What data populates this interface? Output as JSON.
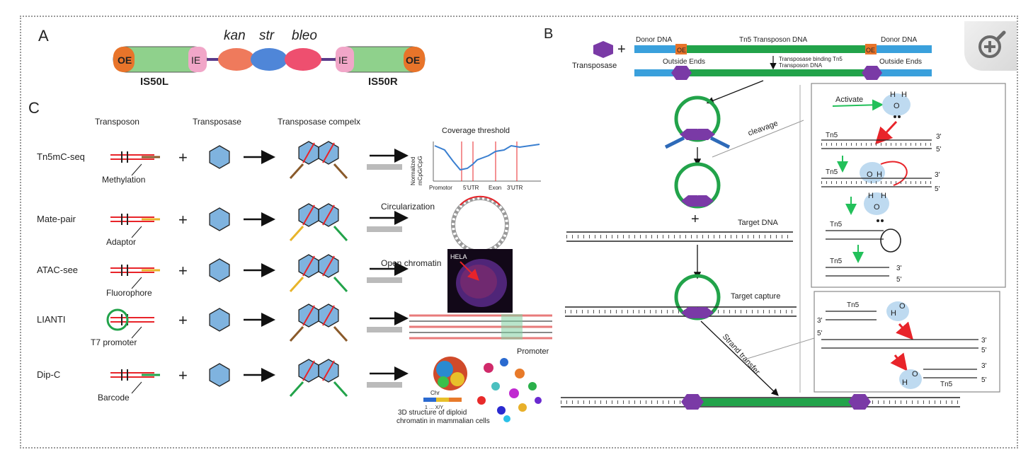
{
  "panel_labels": {
    "a": "A",
    "b": "B",
    "c": "C"
  },
  "panel_a": {
    "genes": [
      "kan",
      "str",
      "bleo"
    ],
    "oe": "OE",
    "ie": "IE",
    "left_element": "IS50L",
    "right_element": "IS50R"
  },
  "panel_b": {
    "transposase_label": "Transposase",
    "donor_dna_left": "Donor DNA",
    "donor_dna_right": "Donor DNA",
    "transposon_dna": "Tn5 Transposon DNA",
    "oe": "OE",
    "outside_ends_left": "Outside Ends",
    "outside_ends_right": "Outside Ends",
    "binding_note_1": "Transposase binding Tn5",
    "binding_note_2": "Transposon DNA",
    "cleavage": "cleavage",
    "target_dna": "Target DNA",
    "target_capture": "Target capture",
    "strand_transfer": "Strand transfer",
    "activate": "Activate",
    "tn5": "Tn5",
    "end3": "3'",
    "end5": "5'",
    "h": "H",
    "o": "O"
  },
  "panel_c": {
    "headers": [
      "Transposon",
      "Transposase",
      "Transposase compelx"
    ],
    "rows": [
      {
        "name": "Tn5mC-seq",
        "annotation": "Methylation"
      },
      {
        "name": "Mate-pair",
        "annotation": "Adaptor"
      },
      {
        "name": "ATAC-see",
        "annotation": "Fluorophore"
      },
      {
        "name": "LIANTI",
        "annotation": "T7 promoter"
      },
      {
        "name": "Dip-C",
        "annotation": "Barcode"
      }
    ],
    "plus": "+",
    "coverage_title": "Coverage threshold",
    "coverage_ylabel_1": "Normalized",
    "coverage_ylabel_2": "mCpG/CpG",
    "coverage_ticks": [
      "Promotor",
      "5'UTR",
      "Exon",
      "3'UTR"
    ],
    "circularization": "Circularization",
    "open_chromatin": "Open chromatin",
    "hela": "HELA",
    "promoter": "Promoter",
    "chr": "Chr",
    "chr_range": "1 … X/Y",
    "structure_1": "3D structure of diploid",
    "structure_2": "chromatin in mammalian cells"
  },
  "colors": {
    "oe": "#e8742a",
    "ie": "#f1a6c8",
    "is50": "#8fd18c",
    "kan": "#ef7a5c",
    "str": "#4f86d8",
    "bleo": "#ee4f6f",
    "donor_dna": "#3aa0dc",
    "transposon_dna": "#22a34a",
    "transposase": "#7a3aa6",
    "hexagon": "#7fb3df",
    "red_arrow": "#e8242a",
    "green_arrow": "#22c05a"
  },
  "icons": {
    "zoom": "zoom-in-icon"
  }
}
